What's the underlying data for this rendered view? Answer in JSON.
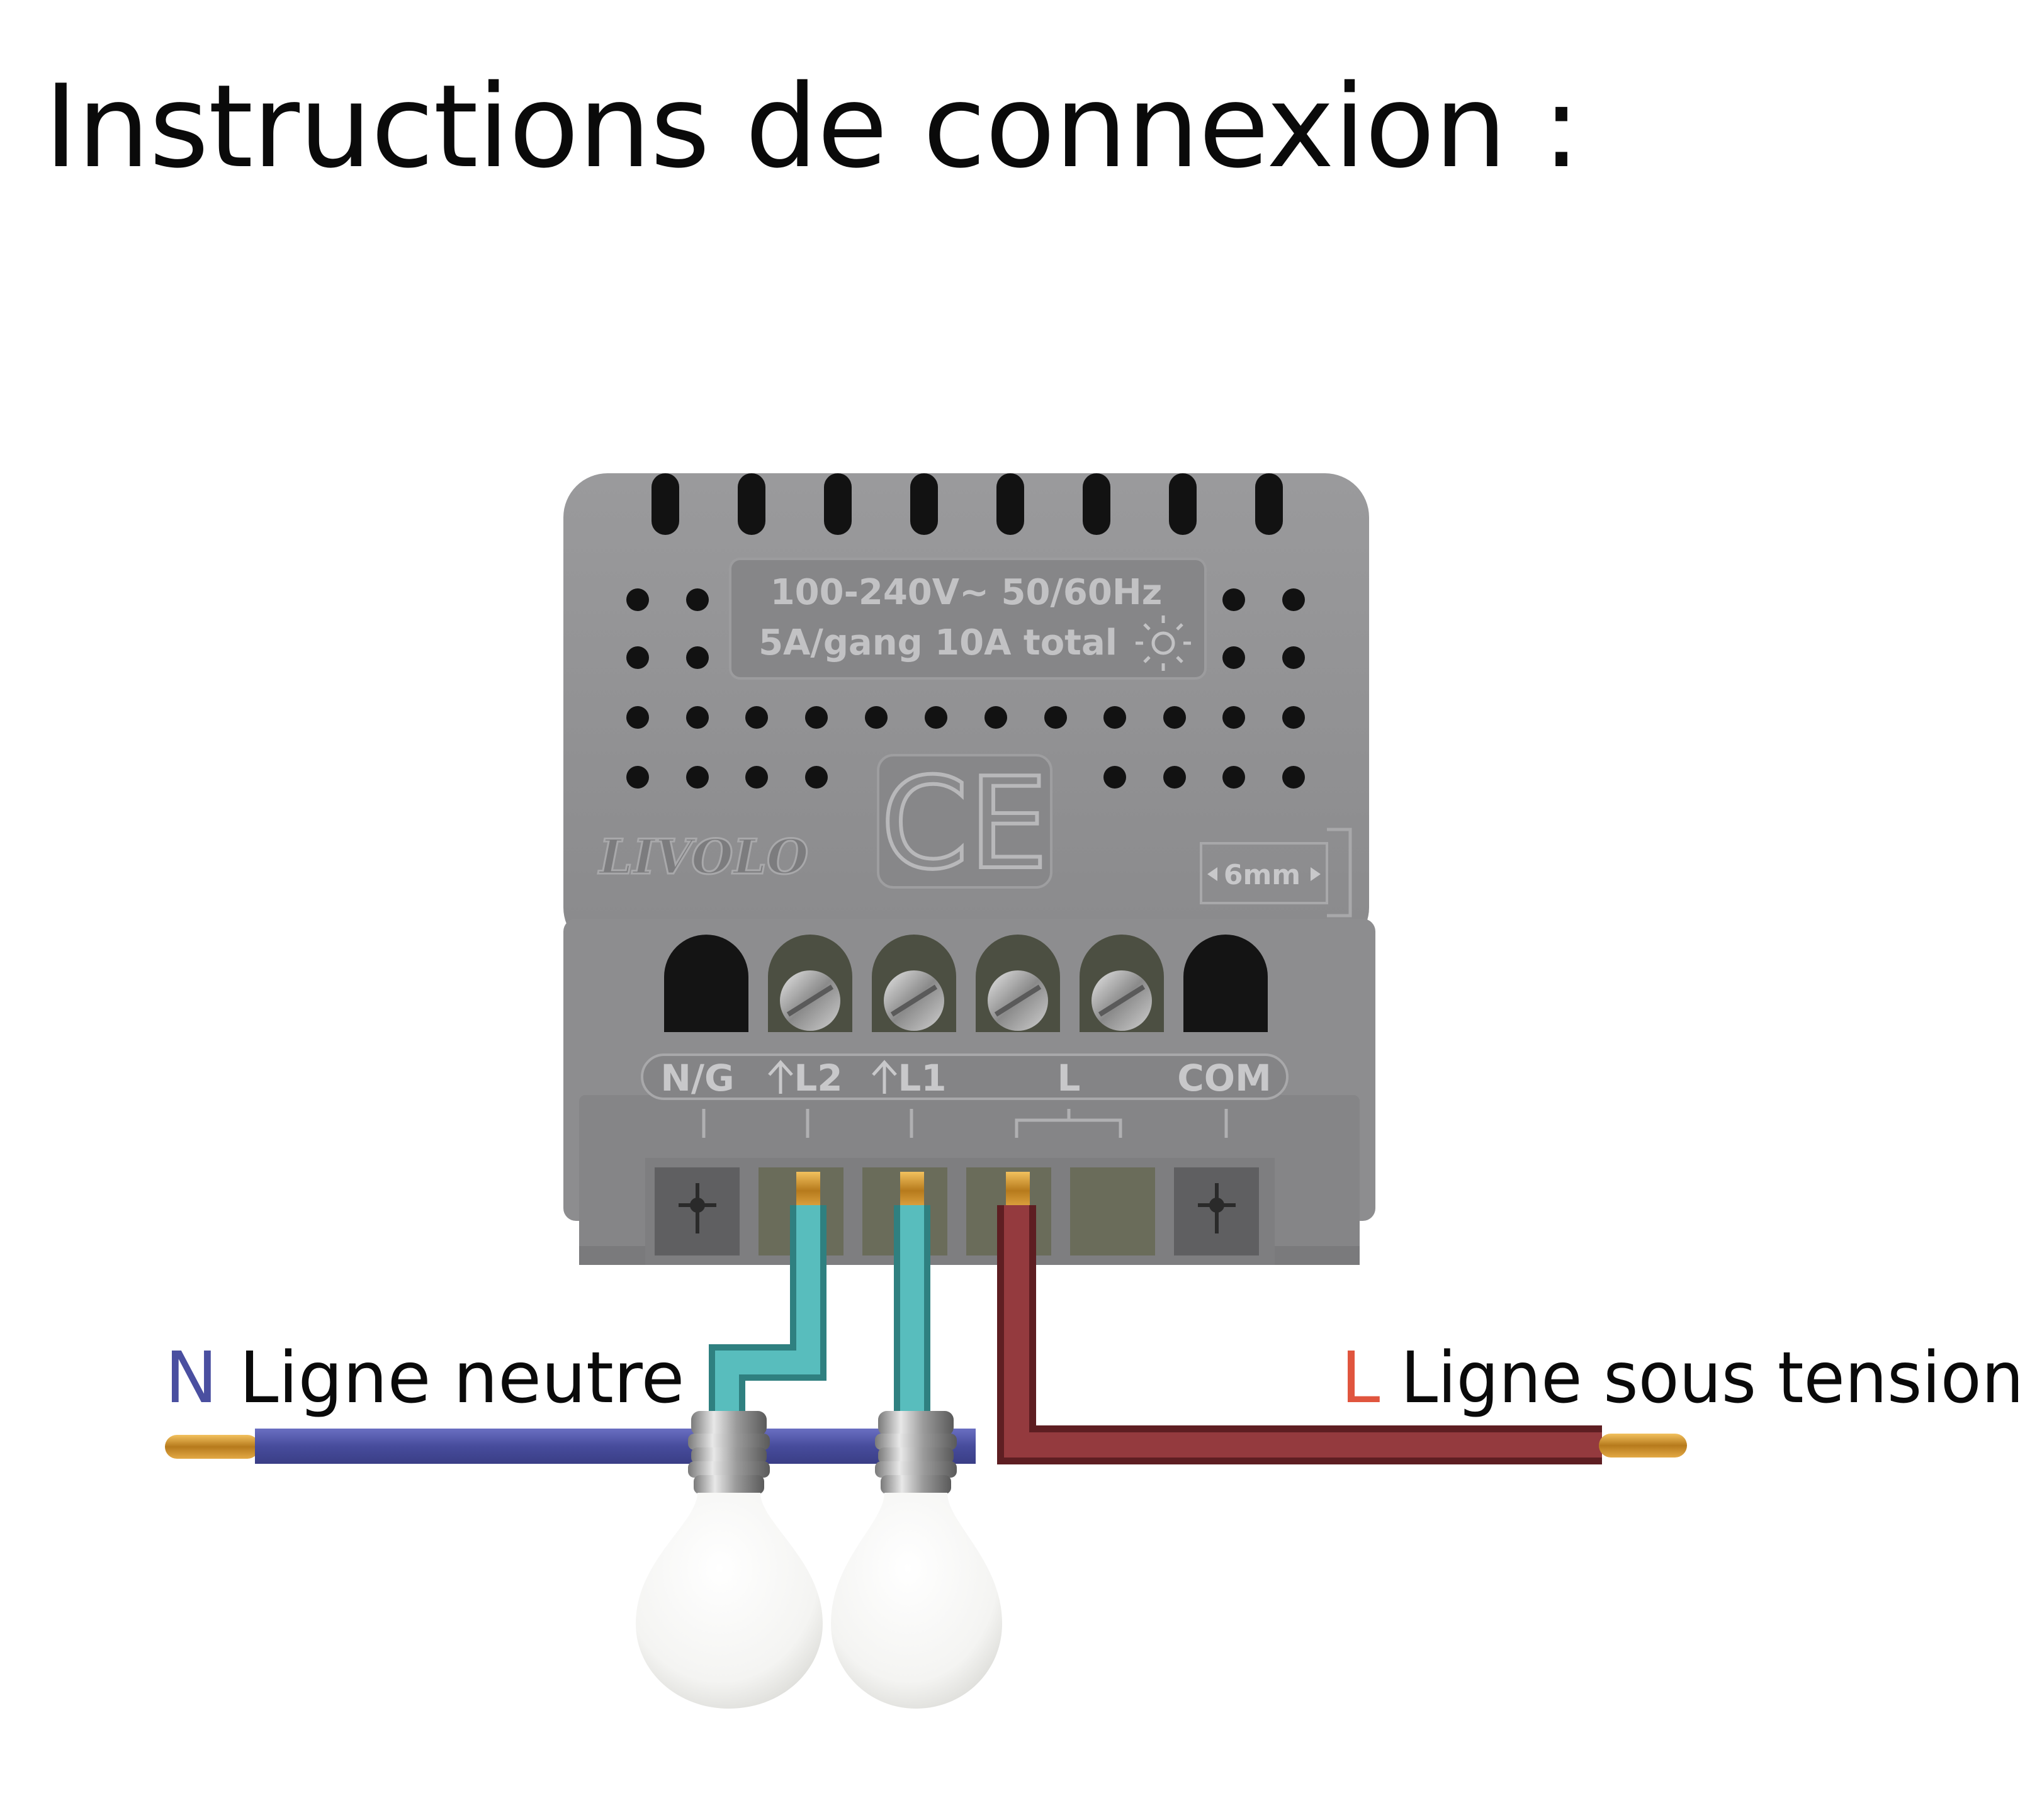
{
  "title": "Instructions de connexion :",
  "device": {
    "brand": "LIVOLO",
    "rating_line1": "100-240V~  50/60Hz",
    "rating_line2": "5A/gang 10A total",
    "ce_mark": "CE",
    "strip_length": "6mm",
    "terminals": {
      "ng": "N/G",
      "l2": "L2",
      "l1": "L1",
      "l": "L",
      "com": "COM"
    }
  },
  "neutral": {
    "letter": "N",
    "label": "Ligne neutre",
    "color": "#4a4fa0"
  },
  "live": {
    "letter": "L",
    "label": "Ligne sous tension",
    "color": "#8c3236"
  },
  "colors": {
    "device_body": "#8f8f91",
    "load_wire": "#4fb3b3",
    "copper": "#d9a13a",
    "bulb": "#f7f7f5"
  },
  "icons": [
    "bulb-icon",
    "bulb-icon",
    "led-indicator-icon",
    "arrow-up-icon"
  ]
}
